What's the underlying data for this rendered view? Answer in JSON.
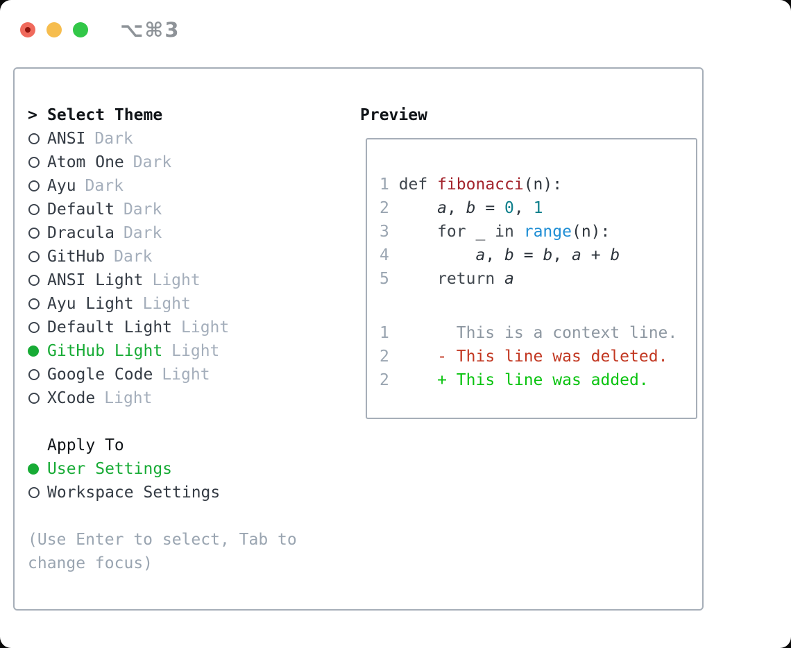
{
  "window": {
    "title": "⌥⌘3"
  },
  "colors": {
    "accent_green": "#17ab35",
    "added_green": "#09c30f",
    "deleted_red": "#c23721",
    "function_red": "#a3242c",
    "number_teal": "#0e7f8b",
    "builtin_blue": "#1f8ed4",
    "muted_gray": "#9aa5b1",
    "border_gray": "#a6aeb8",
    "traffic_red": "#f06a5c",
    "traffic_yellow": "#f6bd4e",
    "traffic_green": "#32c748"
  },
  "theme_picker": {
    "header": "Select Theme",
    "header_caret": ">",
    "items": [
      {
        "label": "ANSI",
        "variant": "Dark",
        "selected": false
      },
      {
        "label": "Atom One",
        "variant": "Dark",
        "selected": false
      },
      {
        "label": "Ayu",
        "variant": "Dark",
        "selected": false
      },
      {
        "label": "Default",
        "variant": "Dark",
        "selected": false
      },
      {
        "label": "Dracula",
        "variant": "Dark",
        "selected": false
      },
      {
        "label": "GitHub",
        "variant": "Dark",
        "selected": false
      },
      {
        "label": "ANSI Light",
        "variant": "Light",
        "selected": false
      },
      {
        "label": "Ayu Light",
        "variant": "Light",
        "selected": false
      },
      {
        "label": "Default Light",
        "variant": "Light",
        "selected": false
      },
      {
        "label": "GitHub Light",
        "variant": "Light",
        "selected": true
      },
      {
        "label": "Google Code",
        "variant": "Light",
        "selected": false
      },
      {
        "label": "XCode",
        "variant": "Light",
        "selected": false
      }
    ],
    "apply_to": {
      "header": "Apply To",
      "options": [
        {
          "label": "User Settings",
          "selected": true
        },
        {
          "label": "Workspace Settings",
          "selected": false
        }
      ]
    },
    "hint": {
      "line1": "(Use Enter to select, Tab to",
      "line2": "change focus)"
    }
  },
  "preview": {
    "header": "Preview",
    "code": {
      "lines": [
        {
          "no": "1",
          "segments": [
            {
              "t": "def ",
              "c": "kw"
            },
            {
              "t": "fibonacci",
              "c": "fn"
            },
            {
              "t": "(n):",
              "c": "pl"
            }
          ]
        },
        {
          "no": "2",
          "segments": [
            {
              "t": "    ",
              "c": "pl"
            },
            {
              "t": "a",
              "c": "var"
            },
            {
              "t": ", ",
              "c": "pl"
            },
            {
              "t": "b",
              "c": "var"
            },
            {
              "t": " = ",
              "c": "pl"
            },
            {
              "t": "0",
              "c": "num"
            },
            {
              "t": ", ",
              "c": "pl"
            },
            {
              "t": "1",
              "c": "num"
            }
          ]
        },
        {
          "no": "3",
          "segments": [
            {
              "t": "    ",
              "c": "pl"
            },
            {
              "t": "for",
              "c": "kw"
            },
            {
              "t": " _ ",
              "c": "pl"
            },
            {
              "t": "in",
              "c": "kw"
            },
            {
              "t": " ",
              "c": "pl"
            },
            {
              "t": "range",
              "c": "bi"
            },
            {
              "t": "(n):",
              "c": "pl"
            }
          ]
        },
        {
          "no": "4",
          "segments": [
            {
              "t": "        ",
              "c": "pl"
            },
            {
              "t": "a",
              "c": "var"
            },
            {
              "t": ", ",
              "c": "pl"
            },
            {
              "t": "b",
              "c": "var"
            },
            {
              "t": " = ",
              "c": "pl"
            },
            {
              "t": "b",
              "c": "var"
            },
            {
              "t": ", ",
              "c": "pl"
            },
            {
              "t": "a",
              "c": "var"
            },
            {
              "t": " + ",
              "c": "pl"
            },
            {
              "t": "b",
              "c": "var"
            }
          ]
        },
        {
          "no": "5",
          "segments": [
            {
              "t": "    ",
              "c": "pl"
            },
            {
              "t": "return",
              "c": "kw"
            },
            {
              "t": " ",
              "c": "pl"
            },
            {
              "t": "a",
              "c": "var"
            }
          ]
        }
      ]
    },
    "diff": {
      "lines": [
        {
          "no": "1",
          "segments": [
            {
              "t": "      This is a context line.",
              "c": "ctx"
            }
          ]
        },
        {
          "no": "2",
          "segments": [
            {
              "t": "    ",
              "c": "pl"
            },
            {
              "t": "- This line was deleted.",
              "c": "del"
            }
          ]
        },
        {
          "no": "2",
          "segments": [
            {
              "t": "    ",
              "c": "pl"
            },
            {
              "t": "+ This line was added.",
              "c": "add"
            }
          ]
        }
      ]
    }
  }
}
